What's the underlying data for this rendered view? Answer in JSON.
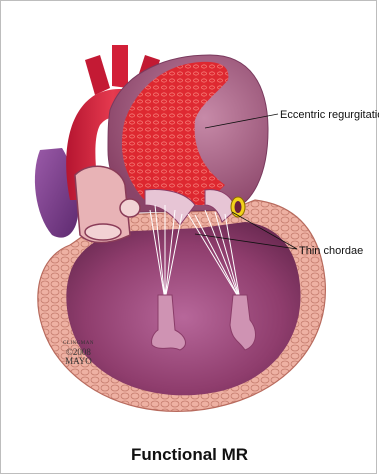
{
  "annotations": {
    "regurgitation_label": "Eccentric regurgitation j",
    "chordae_label": "Thin chordae"
  },
  "signature": {
    "artist": "CLINGMAN",
    "year": "©2008",
    "org": "MAYO"
  },
  "caption": "Functional MR",
  "colors": {
    "myocardium": "#e9a79a",
    "ventricle_interior": "#9c4a78",
    "jet": "#e0232a",
    "aorta": "#d8203a",
    "vein": "#7a3a8a",
    "chordae": "#ffffff",
    "annulus_ring": "#f3d21a"
  }
}
